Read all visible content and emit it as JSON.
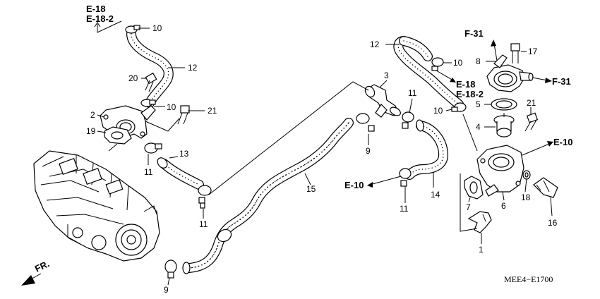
{
  "diagram_code": "MEE4−E1700",
  "part_numbers": [
    "1",
    "2",
    "3",
    "4",
    "5",
    "6",
    "7",
    "8",
    "9",
    "10",
    "11",
    "12",
    "13",
    "14",
    "15",
    "16",
    "17",
    "18",
    "19",
    "20",
    "21"
  ],
  "references": {
    "e18": "E-18",
    "e18_2": "E-18-2",
    "f31": "F-31",
    "e10": "E-10"
  },
  "front_marker": "FR."
}
